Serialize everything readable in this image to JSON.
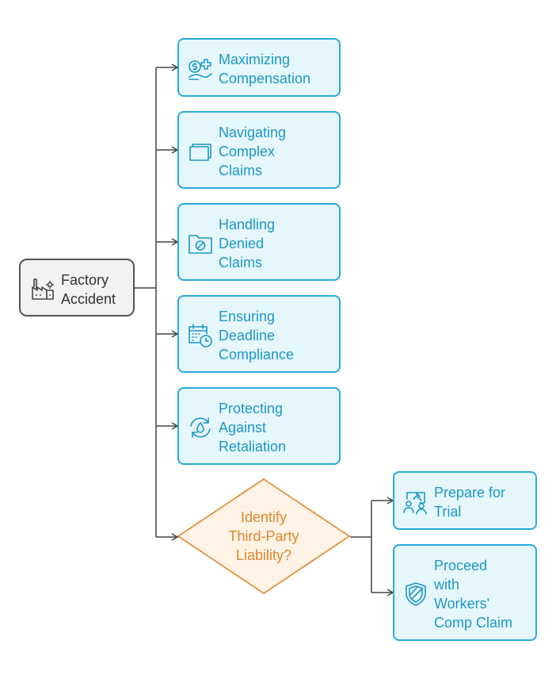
{
  "diagram": {
    "root": {
      "label_lines": [
        "Factory",
        "Accident"
      ],
      "icon": "factory-icon"
    },
    "branches": [
      {
        "id": "maximizing",
        "label_lines": [
          "Maximizing",
          "Compensation"
        ],
        "icon": "money-scale-icon"
      },
      {
        "id": "navigating",
        "label_lines": [
          "Navigating",
          "Complex",
          "Claims"
        ],
        "icon": "stacked-documents-icon"
      },
      {
        "id": "denied",
        "label_lines": [
          "Handling",
          "Denied",
          "Claims"
        ],
        "icon": "folder-denied-icon"
      },
      {
        "id": "deadline",
        "label_lines": [
          "Ensuring",
          "Deadline",
          "Compliance"
        ],
        "icon": "calendar-clock-icon"
      },
      {
        "id": "retaliation",
        "label_lines": [
          "Protecting",
          "Against",
          "Retaliation"
        ],
        "icon": "cycle-drop-icon"
      }
    ],
    "decision": {
      "label_lines": [
        "Identify",
        "Third-Party",
        "Liability?"
      ]
    },
    "outcomes": [
      {
        "id": "trial",
        "label_lines": [
          "Prepare for",
          "Trial"
        ],
        "icon": "people-gavel-icon"
      },
      {
        "id": "workers-comp",
        "label_lines": [
          "Proceed",
          "with",
          "Workers'",
          "Comp Claim"
        ],
        "icon": "shield-icon"
      }
    ],
    "colors": {
      "root_fill": "#f2f2f2",
      "root_stroke": "#555555",
      "root_text": "#333333",
      "node_fill": "#e6f7fc",
      "node_stroke": "#29aad9",
      "node_text": "#1b97c4",
      "decision_fill": "#fff3e6",
      "decision_stroke": "#e0862a",
      "decision_text": "#e0862a",
      "connector": "#444444"
    }
  }
}
